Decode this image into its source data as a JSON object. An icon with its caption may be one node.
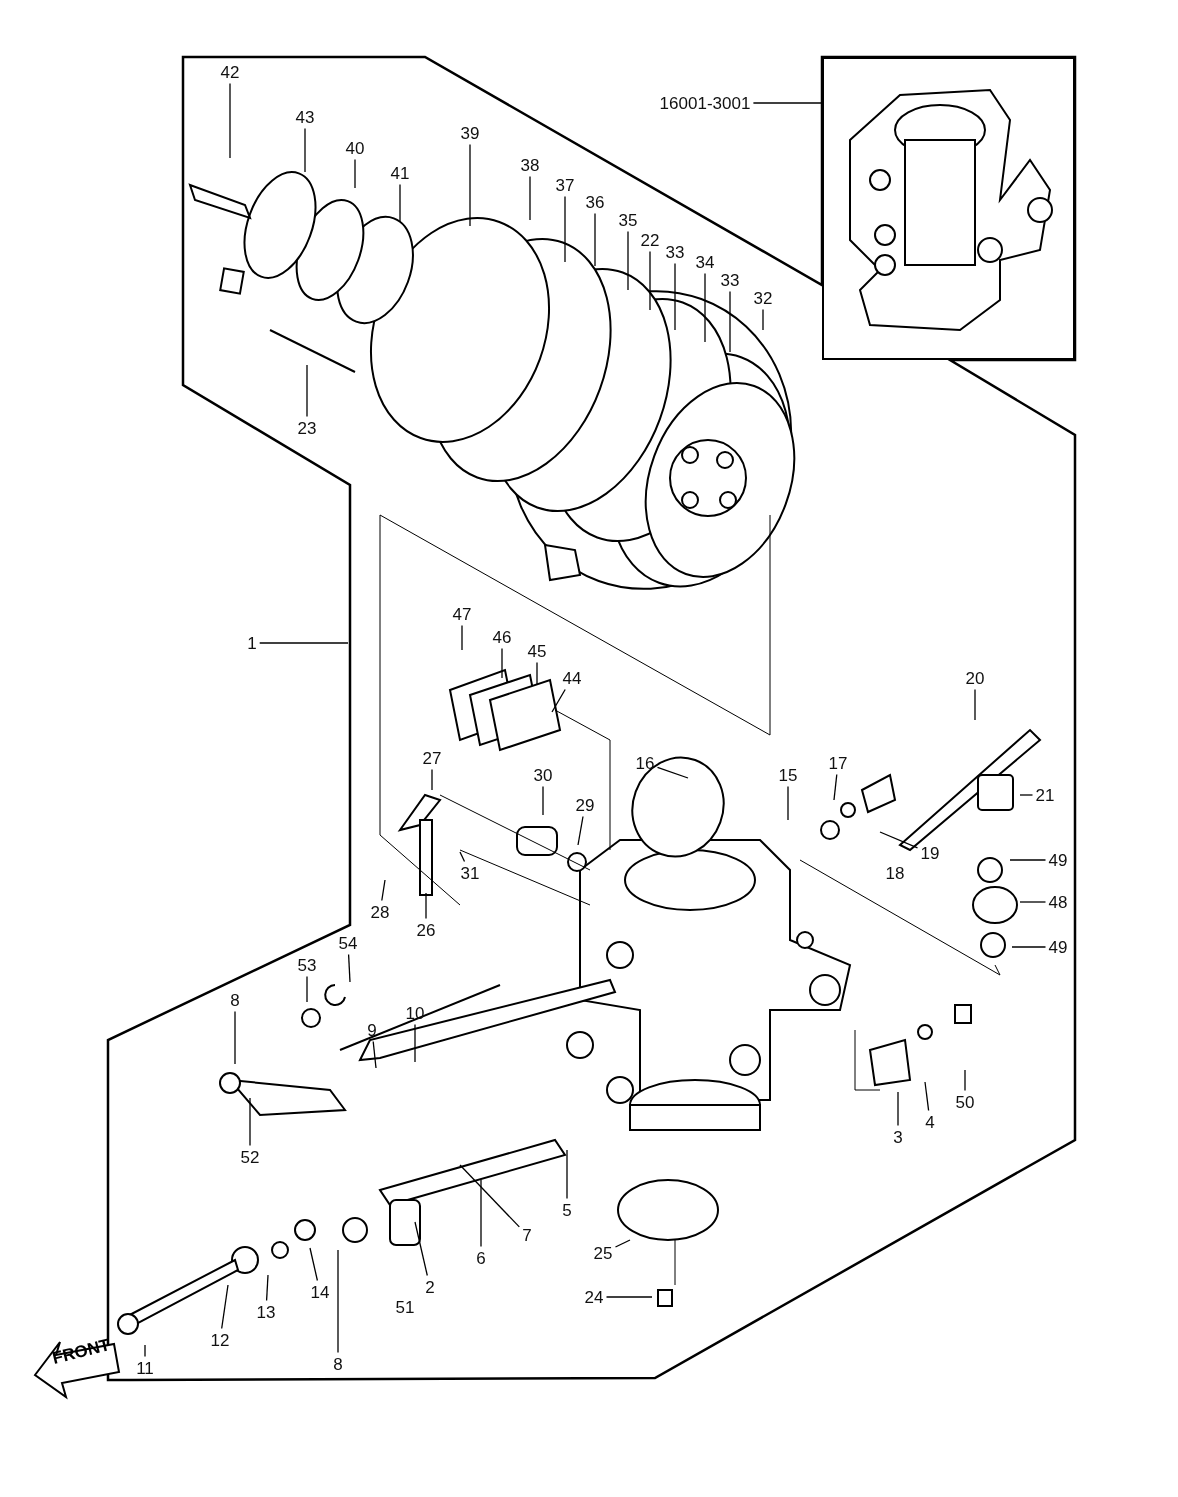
{
  "diagram": {
    "nodes": [
      {
        "text": [
          "42"
        ]
      },
      {
        "text": [
          "43"
        ]
      },
      {
        "text": [
          "40"
        ]
      },
      {
        "text": [
          "41"
        ]
      },
      {
        "text": [
          "39"
        ]
      },
      {
        "text": [
          "38"
        ]
      },
      {
        "text": [
          "37"
        ]
      },
      {
        "text": [
          "36"
        ]
      },
      {
        "text": [
          "35"
        ]
      },
      {
        "text": [
          "22"
        ]
      },
      {
        "text": [
          "33"
        ]
      },
      {
        "text": [
          "34"
        ]
      },
      {
        "text": [
          "33"
        ]
      },
      {
        "text": [
          "32"
        ]
      },
      {
        "text": [
          "23"
        ]
      },
      {
        "text": [
          "16001-3001"
        ]
      },
      {
        "text": [
          "1"
        ]
      },
      {
        "text": [
          "47"
        ]
      },
      {
        "text": [
          "46"
        ]
      },
      {
        "text": [
          "45"
        ]
      },
      {
        "text": [
          "44"
        ]
      },
      {
        "text": [
          "20"
        ]
      },
      {
        "text": [
          "16"
        ]
      },
      {
        "text": [
          "15"
        ]
      },
      {
        "text": [
          "17"
        ]
      },
      {
        "text": [
          "21"
        ]
      },
      {
        "text": [
          "27"
        ]
      },
      {
        "text": [
          "30"
        ]
      },
      {
        "text": [
          "29"
        ]
      },
      {
        "text": [
          "19"
        ]
      },
      {
        "text": [
          "18"
        ]
      },
      {
        "text": [
          "31"
        ]
      },
      {
        "text": [
          "28"
        ]
      },
      {
        "text": [
          "26"
        ]
      },
      {
        "text": [
          "49"
        ]
      },
      {
        "text": [
          "48"
        ]
      },
      {
        "text": [
          "49"
        ]
      },
      {
        "text": [
          "53"
        ]
      },
      {
        "text": [
          "54"
        ]
      },
      {
        "text": [
          "8"
        ]
      },
      {
        "text": [
          "9"
        ]
      },
      {
        "text": [
          "10"
        ]
      },
      {
        "text": [
          "50"
        ]
      },
      {
        "text": [
          "3"
        ]
      },
      {
        "text": [
          "4"
        ]
      },
      {
        "text": [
          "52"
        ]
      },
      {
        "text": [
          "5"
        ]
      },
      {
        "text": [
          "7"
        ]
      },
      {
        "text": [
          "6"
        ]
      },
      {
        "text": [
          "25"
        ]
      },
      {
        "text": [
          "2"
        ]
      },
      {
        "text": [
          "51"
        ]
      },
      {
        "text": [
          "14"
        ]
      },
      {
        "text": [
          "13"
        ]
      },
      {
        "text": [
          "12"
        ]
      },
      {
        "text": [
          "24"
        ]
      },
      {
        "text": [
          "8"
        ]
      },
      {
        "text": [
          "11"
        ]
      },
      {
        "text": [],
        "shape": "picture"
      }
    ],
    "edges": [
      {
        "from": 0,
        "to": null,
        "arrow": "none"
      },
      {
        "from": 1,
        "to": null,
        "arrow": "none"
      },
      {
        "from": 2,
        "to": null,
        "arrow": "none"
      },
      {
        "from": 3,
        "to": null,
        "arrow": "none"
      },
      {
        "from": 4,
        "to": null,
        "arrow": "none"
      },
      {
        "from": 5,
        "to": null,
        "arrow": "none"
      },
      {
        "from": 6,
        "to": null,
        "arrow": "none"
      },
      {
        "from": 7,
        "to": null,
        "arrow": "none"
      },
      {
        "from": 8,
        "to": null,
        "arrow": "none"
      },
      {
        "from": 9,
        "to": null,
        "arrow": "none"
      },
      {
        "from": 10,
        "to": null,
        "arrow": "none"
      },
      {
        "from": 11,
        "to": null,
        "arrow": "none"
      },
      {
        "from": 12,
        "to": null,
        "arrow": "none"
      },
      {
        "from": 13,
        "to": null,
        "arrow": "none"
      },
      {
        "from": 14,
        "to": null,
        "arrow": "none"
      },
      {
        "from": 15,
        "to": 58,
        "arrow": "none"
      },
      {
        "from": 16,
        "to": null,
        "arrow": "none"
      },
      {
        "from": 17,
        "to": null,
        "arrow": "none"
      },
      {
        "from": 18,
        "to": null,
        "arrow": "none"
      },
      {
        "from": 19,
        "to": null,
        "arrow": "none"
      },
      {
        "from": 20,
        "to": null,
        "arrow": "none"
      },
      {
        "from": 21,
        "to": null,
        "arrow": "none"
      },
      {
        "from": 22,
        "to": null,
        "arrow": "none"
      },
      {
        "from": 23,
        "to": null,
        "arrow": "none"
      },
      {
        "from": 24,
        "to": null,
        "arrow": "none"
      },
      {
        "from": 25,
        "to": null,
        "arrow": "none"
      },
      {
        "from": 26,
        "to": null,
        "arrow": "none"
      },
      {
        "from": 27,
        "to": null,
        "arrow": "none"
      },
      {
        "from": 28,
        "to": null,
        "arrow": "none"
      },
      {
        "from": 29,
        "to": null,
        "arrow": "none"
      },
      {
        "from": 31,
        "to": null,
        "arrow": "none"
      },
      {
        "from": 32,
        "to": null,
        "arrow": "none"
      },
      {
        "from": 33,
        "to": null,
        "arrow": "none"
      },
      {
        "from": 34,
        "to": null,
        "arrow": "none"
      },
      {
        "from": 35,
        "to": null,
        "arrow": "none"
      },
      {
        "from": 36,
        "to": null,
        "arrow": "none"
      },
      {
        "from": 37,
        "to": null,
        "arrow": "none"
      },
      {
        "from": 38,
        "to": null,
        "arrow": "none"
      },
      {
        "from": 39,
        "to": null,
        "arrow": "none"
      },
      {
        "from": 40,
        "to": null,
        "arrow": "none"
      },
      {
        "from": 41,
        "to": null,
        "arrow": "none"
      },
      {
        "from": 42,
        "to": null,
        "arrow": "none"
      },
      {
        "from": 43,
        "to": null,
        "arrow": "none"
      },
      {
        "from": 44,
        "to": null,
        "arrow": "none"
      },
      {
        "from": 45,
        "to": null,
        "arrow": "none"
      },
      {
        "from": 46,
        "to": null,
        "arrow": "none"
      },
      {
        "from": 47,
        "to": null,
        "arrow": "none"
      },
      {
        "from": 48,
        "to": null,
        "arrow": "none"
      },
      {
        "from": 49,
        "to": null,
        "arrow": "none"
      },
      {
        "from": 50,
        "to": null,
        "arrow": "none"
      },
      {
        "from": 52,
        "to": null,
        "arrow": "none"
      },
      {
        "from": 53,
        "to": null,
        "arrow": "none"
      },
      {
        "from": 54,
        "to": null,
        "arrow": "none"
      },
      {
        "from": 55,
        "to": null,
        "arrow": "none"
      },
      {
        "from": 56,
        "to": null,
        "arrow": "none"
      },
      {
        "from": 57,
        "to": null,
        "arrow": "none"
      }
    ],
    "labels": [
      "FRONT"
    ]
  }
}
